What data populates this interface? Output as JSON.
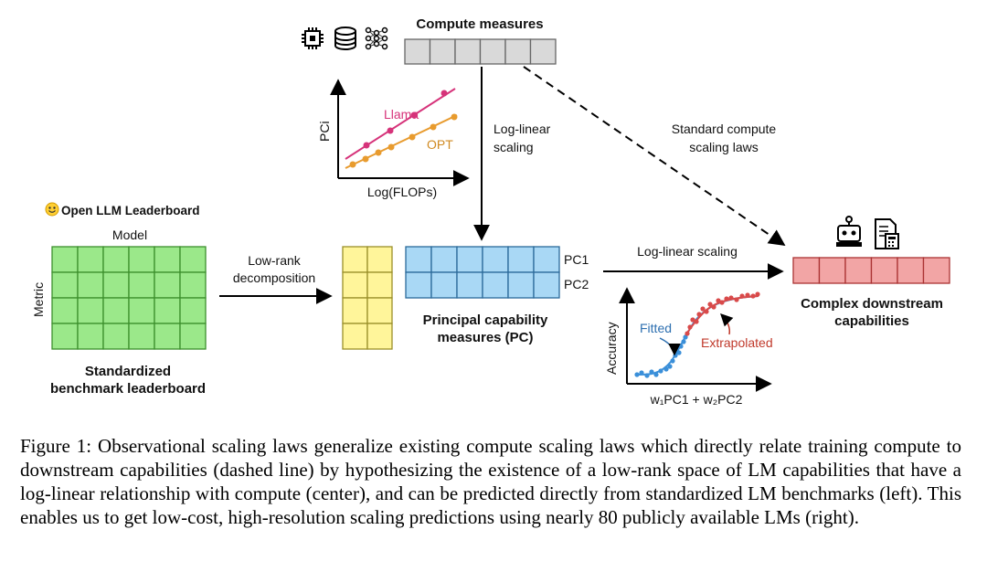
{
  "figure": {
    "compute_title": "Compute measures",
    "compute_icons": [
      "cpu-chip-icon",
      "database-icon",
      "neural-network-icon"
    ],
    "inset_left": {
      "ylabel": "PCi",
      "xlabel": "Log(FLOPs)",
      "series": [
        {
          "name": "Llama",
          "color": "#d6337a"
        },
        {
          "name": "OPT",
          "color": "#e89b2e"
        }
      ]
    },
    "arrow_loglinear": "Log-linear scaling",
    "arrow_dashed": "Standard compute scaling laws",
    "leaderboard_name": "Open LLM Leaderboard",
    "leaderboard_icon": "hugging-face-icon",
    "model_label": "Model",
    "metric_label": "Metric",
    "bench_caption": "Standardized benchmark leaderboard",
    "lowrank_label": "Low-rank decomposition",
    "pc_labels": [
      "PC1",
      "PC2"
    ],
    "pc_caption": "Principal capability measures (PC)",
    "right_arrow": "Log-linear scaling",
    "downstream_icons": [
      "robot-icon",
      "calculator-document-icon"
    ],
    "downstream_caption": "Complex downstream capabilities",
    "inset_right": {
      "ylabel": "Accuracy",
      "xlabel": "w₁PC1 + w₂PC2",
      "fitted_label": "Fitted",
      "extrapolated_label": "Extrapolated",
      "fitted_color": "#3a8fd9",
      "extrapolated_color": "#d94a4a"
    },
    "colors": {
      "grid_green": "#9be88a",
      "grid_yellow": "#fff59a",
      "grid_blue": "#a9d8f5",
      "grid_red": "#f2a5a5",
      "grid_gray": "#d9d9d9"
    }
  },
  "caption": "Figure 1: Observational scaling laws generalize existing compute scaling laws which directly relate training compute to downstream capabilities (dashed line) by hypothesizing the existence of a low-rank space of LM capabilities that have a log-linear relationship with compute (center), and can be predicted directly from standardized LM benchmarks (left). This enables us to get low-cost, high-resolution scaling predictions using nearly 80 publicly available LMs (right)."
}
